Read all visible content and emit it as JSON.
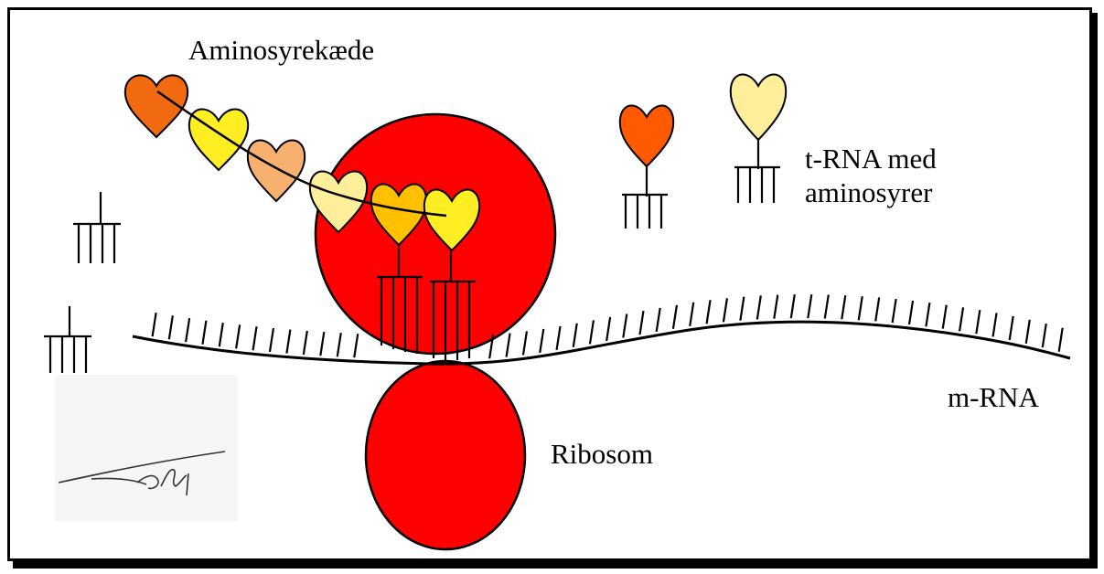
{
  "labels": {
    "chain": "Aminosyrekæde",
    "trna_line1": "t-RNA med",
    "trna_line2": "aminosyrer",
    "mrna": "m-RNA",
    "ribosome": "Ribosom"
  },
  "colors": {
    "ribosome": "#ff0000",
    "outline": "#000000",
    "heart_orange": "#f26a10",
    "heart_orange_red": "#ff5a00",
    "heart_yellow": "#ffee22",
    "heart_salmon": "#f8b070",
    "heart_pale_yellow": "#ffef9a",
    "heart_gold": "#ffc000"
  },
  "signature": "handwritten signature (drawn)"
}
